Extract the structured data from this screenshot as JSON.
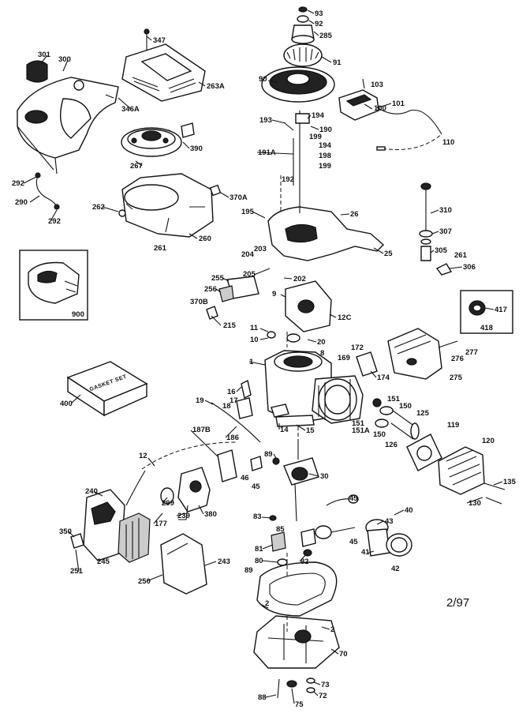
{
  "date_code": "2/97",
  "gasket_set_label": "GASKET SET",
  "labels": [
    "93",
    "92",
    "285",
    "91",
    "103",
    "90",
    "100",
    "101",
    "347",
    "263A",
    "301",
    "300",
    "346A",
    "193",
    "194",
    "190",
    "199",
    "194",
    "191A",
    "198",
    "199",
    "110",
    "390",
    "267",
    "192",
    "370A",
    "292",
    "290",
    "292",
    "262",
    "260",
    "195",
    "26",
    "310",
    "307",
    "261",
    "25",
    "305",
    "261",
    "306",
    "204",
    "203",
    "205",
    "202",
    "255",
    "256",
    "9",
    "370B",
    "215",
    "417",
    "418",
    "12C",
    "900",
    "11",
    "10",
    "20",
    "8",
    "172",
    "277",
    "276",
    "169",
    "275",
    "1",
    "174",
    "400",
    "16",
    "17",
    "18",
    "151",
    "19",
    "150",
    "125",
    "151A",
    "151",
    "150",
    "126",
    "119",
    "187B",
    "186",
    "14",
    "15",
    "120",
    "12",
    "89",
    "46",
    "45",
    "30",
    "135",
    "240",
    "299",
    "177",
    "380",
    "239",
    "130",
    "45",
    "40",
    "83",
    "350",
    "85",
    "43",
    "81",
    "80",
    "82",
    "45",
    "251",
    "245",
    "243",
    "250",
    "41",
    "42",
    "89",
    "2",
    "2",
    "70",
    "73",
    "88",
    "75",
    "72"
  ]
}
